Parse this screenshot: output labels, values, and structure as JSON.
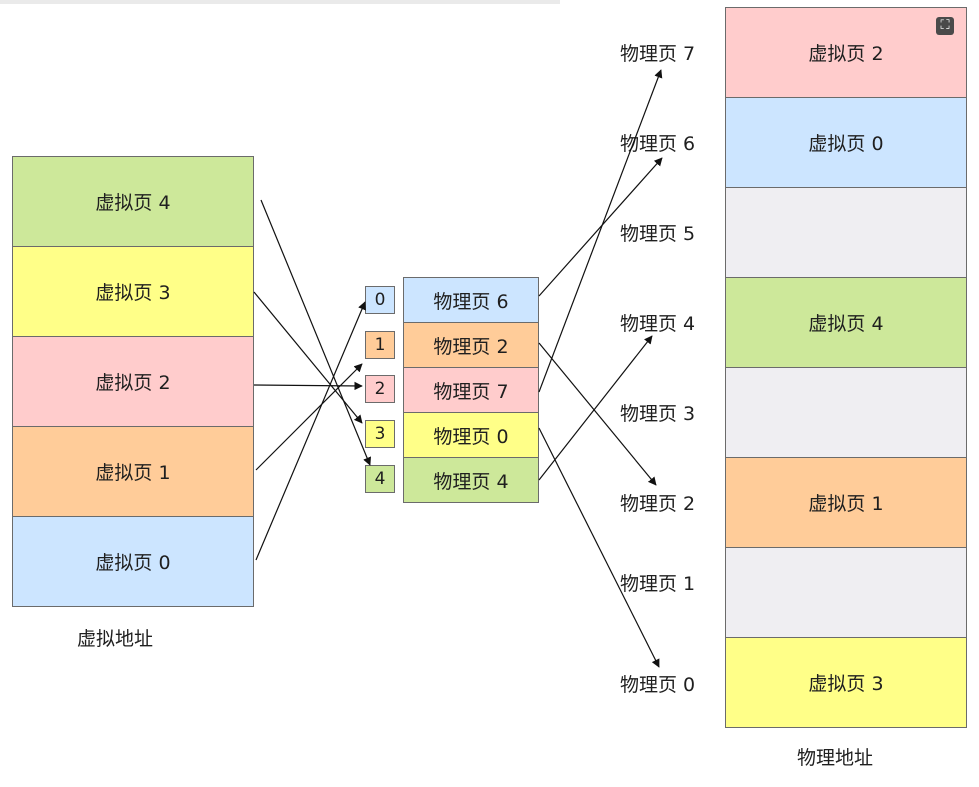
{
  "colors": {
    "green": "#cde89a",
    "yellow": "#ffff88",
    "pink": "#ffcccc",
    "orange": "#ffcc99",
    "blue": "#cce5ff",
    "gray": "#efeef2",
    "stroke": "#6b6b6b",
    "arrow": "#111111"
  },
  "virtual": {
    "caption": "虚拟地址",
    "pages": [
      {
        "label": "虚拟页 4",
        "color": "#cde89a"
      },
      {
        "label": "虚拟页 3",
        "color": "#ffff88"
      },
      {
        "label": "虚拟页 2",
        "color": "#ffcccc"
      },
      {
        "label": "虚拟页 1",
        "color": "#ffcc99"
      },
      {
        "label": "虚拟页 0",
        "color": "#cce5ff"
      }
    ]
  },
  "page_table": {
    "indices": [
      {
        "label": "0",
        "color": "#cce5ff"
      },
      {
        "label": "1",
        "color": "#ffcc99"
      },
      {
        "label": "2",
        "color": "#ffcccc"
      },
      {
        "label": "3",
        "color": "#ffff88"
      },
      {
        "label": "4",
        "color": "#cde89a"
      }
    ],
    "entries": [
      {
        "label": "物理页 6",
        "color": "#cce5ff"
      },
      {
        "label": "物理页 2",
        "color": "#ffcc99"
      },
      {
        "label": "物理页 7",
        "color": "#ffcccc"
      },
      {
        "label": "物理页 0",
        "color": "#ffff88"
      },
      {
        "label": "物理页 4",
        "color": "#cde89a"
      }
    ]
  },
  "physical": {
    "caption": "物理地址",
    "labels": [
      "物理页 7",
      "物理页 6",
      "物理页 5",
      "物理页 4",
      "物理页 3",
      "物理页 2",
      "物理页 1",
      "物理页 0"
    ],
    "frames": [
      {
        "label": "虚拟页 2",
        "color": "#ffcccc"
      },
      {
        "label": "虚拟页 0",
        "color": "#cce5ff"
      },
      {
        "label": "",
        "color": "#efeef2"
      },
      {
        "label": "虚拟页 4",
        "color": "#cde89a"
      },
      {
        "label": "",
        "color": "#efeef2"
      },
      {
        "label": "虚拟页 1",
        "color": "#ffcc99"
      },
      {
        "label": "",
        "color": "#efeef2"
      },
      {
        "label": "虚拟页 3",
        "color": "#ffff88"
      }
    ]
  },
  "icons": {
    "fullscreen": "fullscreen-icon"
  }
}
